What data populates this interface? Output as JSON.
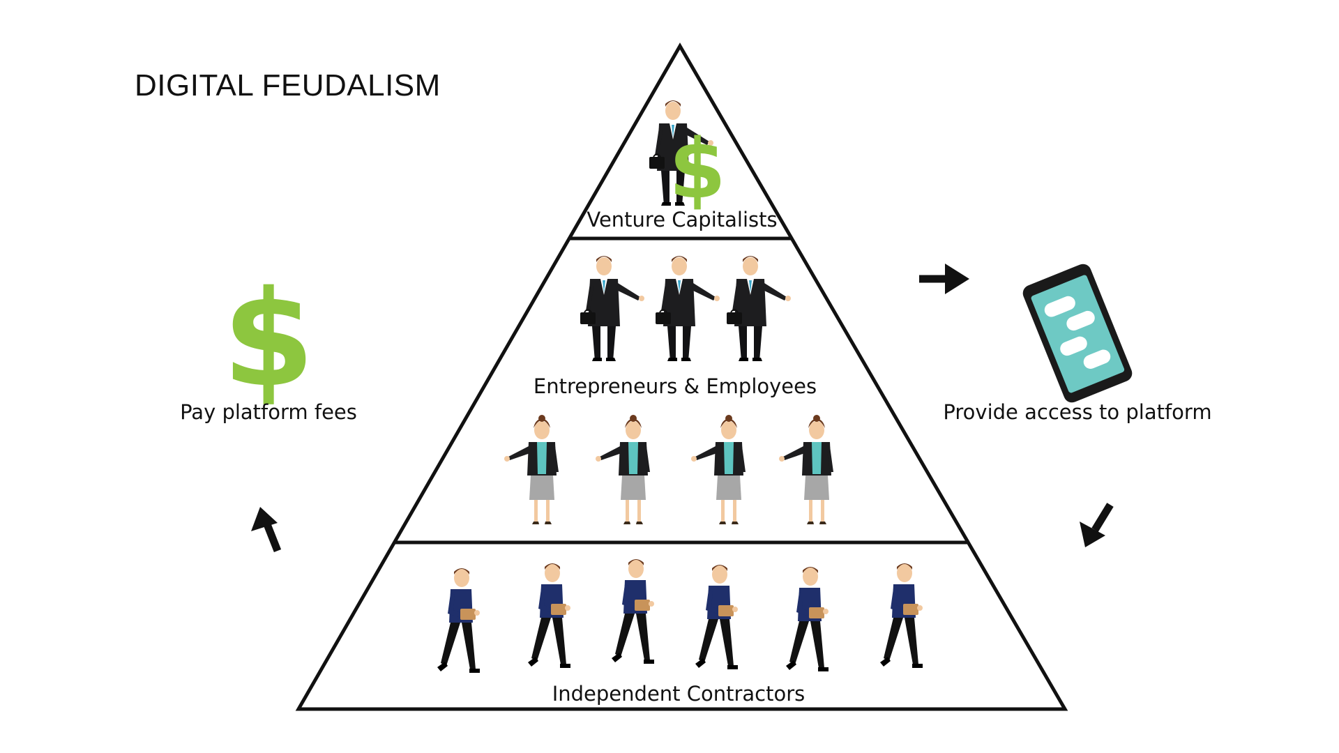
{
  "title": "DIGITAL FEUDALISM",
  "tiers": {
    "top": "Venture Capitalists",
    "middle": "Entrepreneurs & Employees",
    "bottom": "Independent Contractors"
  },
  "left": {
    "label": "Pay platform fees",
    "icon": "dollar-icon"
  },
  "right": {
    "label": "Provide access to platform",
    "icon": "smartphone-chat-icon"
  },
  "colors": {
    "money_green": "#8dc63f",
    "suit_black": "#1d1d1f",
    "contractor_blue": "#1f2f6b",
    "phone_screen": "#6ec9c4",
    "outline": "#111111"
  }
}
